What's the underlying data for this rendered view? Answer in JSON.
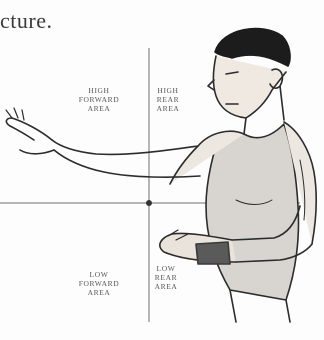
{
  "header": {
    "text_fragment": "cture."
  },
  "figure": {
    "labels": {
      "high_forward": "HIGH\nFORWARD\nAREA",
      "high_rear": "HIGH\nREAR\nAREA",
      "low_forward": "LOW\nFORWARD\nAREA",
      "low_rear": "LOW\nREAR\nAREA"
    }
  }
}
